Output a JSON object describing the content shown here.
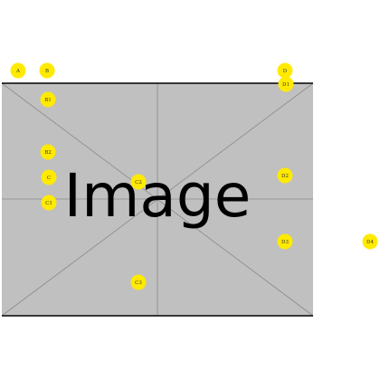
{
  "placeholder": {
    "text": "Image",
    "fill_color": "#c0c0c0",
    "line_color": "#8a8a8a",
    "border_color": "#000000"
  },
  "marker_color": "#ffea00",
  "markers": [
    {
      "id": "A",
      "label": "A"
    },
    {
      "id": "B",
      "label": "B"
    },
    {
      "id": "B1",
      "label": "B1"
    },
    {
      "id": "B2",
      "label": "B2"
    },
    {
      "id": "C",
      "label": "C"
    },
    {
      "id": "C1",
      "label": "C1"
    },
    {
      "id": "C2",
      "label": "C2"
    },
    {
      "id": "C3",
      "label": "C3"
    },
    {
      "id": "D",
      "label": "D"
    },
    {
      "id": "D1",
      "label": "D1"
    },
    {
      "id": "D2",
      "label": "D2"
    },
    {
      "id": "D3",
      "label": "D3"
    },
    {
      "id": "D4",
      "label": "D4"
    }
  ]
}
